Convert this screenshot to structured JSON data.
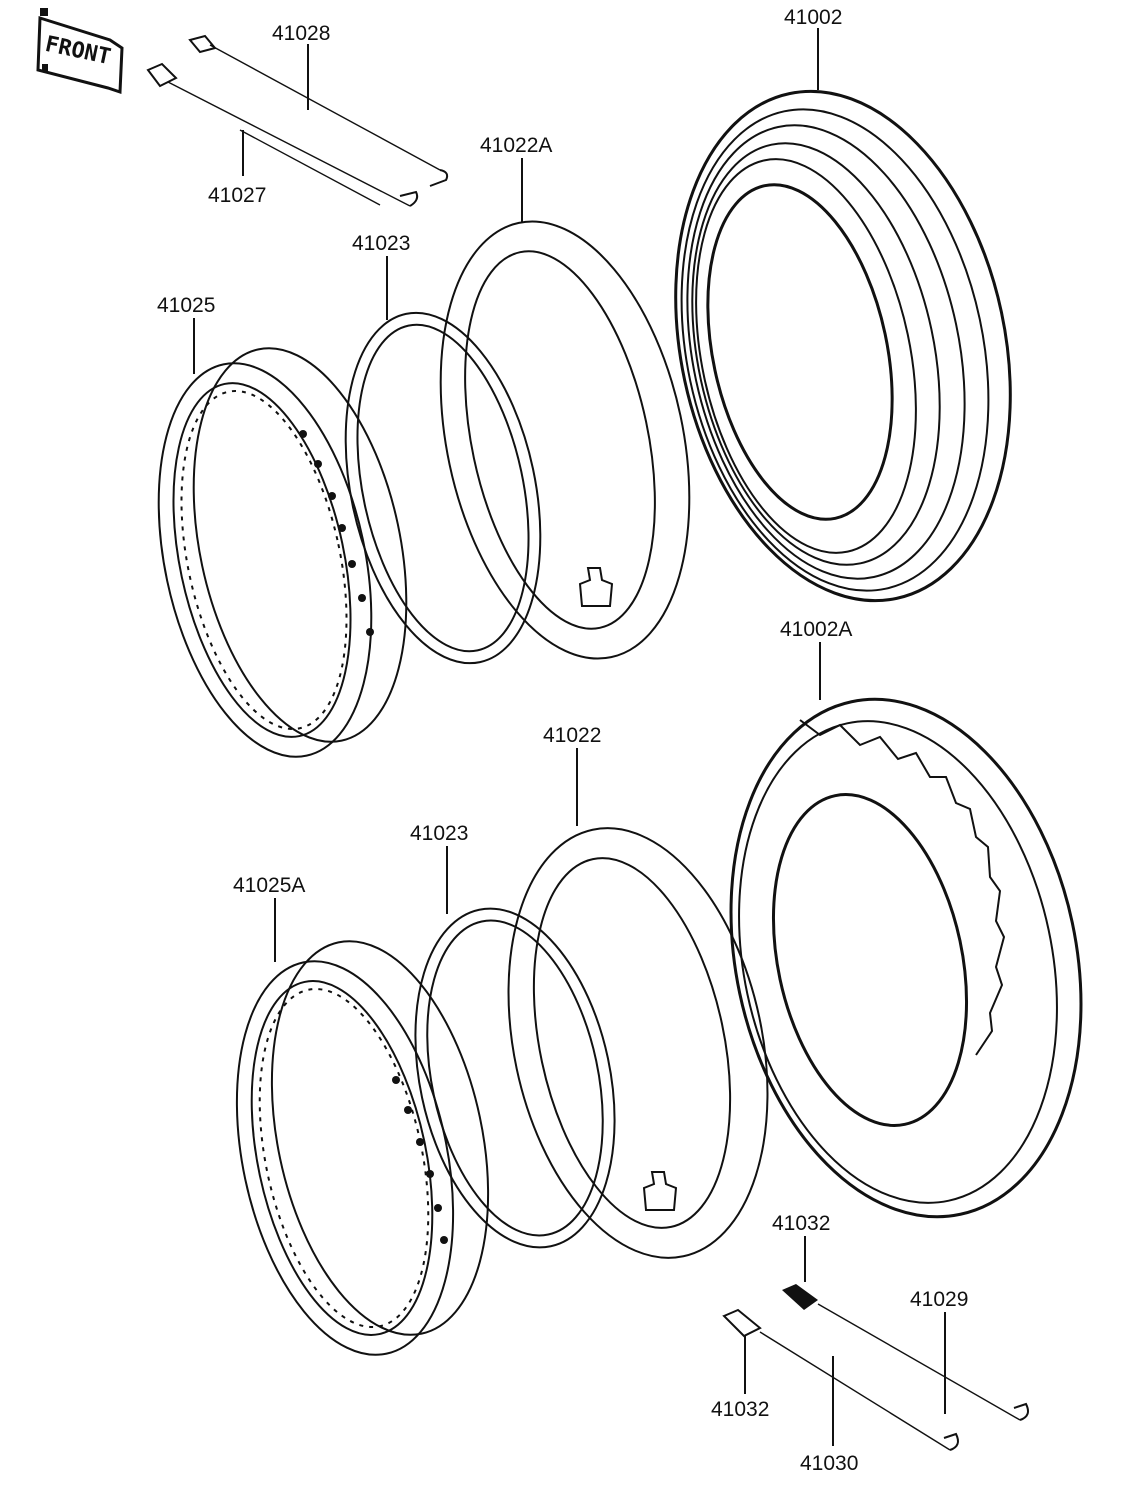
{
  "front_badge": {
    "label": "FRONT"
  },
  "callouts": [
    {
      "id": "p41028",
      "text": "41028"
    },
    {
      "id": "p41027",
      "text": "41027"
    },
    {
      "id": "p41002",
      "text": "41002"
    },
    {
      "id": "p41022A",
      "text": "41022A"
    },
    {
      "id": "p41023_top",
      "text": "41023"
    },
    {
      "id": "p41025",
      "text": "41025"
    },
    {
      "id": "p41002A",
      "text": "41002A"
    },
    {
      "id": "p41022",
      "text": "41022"
    },
    {
      "id": "p41023_bottom",
      "text": "41023"
    },
    {
      "id": "p41025A",
      "text": "41025A"
    },
    {
      "id": "p41032_upper",
      "text": "41032"
    },
    {
      "id": "p41029",
      "text": "41029"
    },
    {
      "id": "p41032_lower",
      "text": "41032"
    },
    {
      "id": "p41030",
      "text": "41030"
    }
  ]
}
